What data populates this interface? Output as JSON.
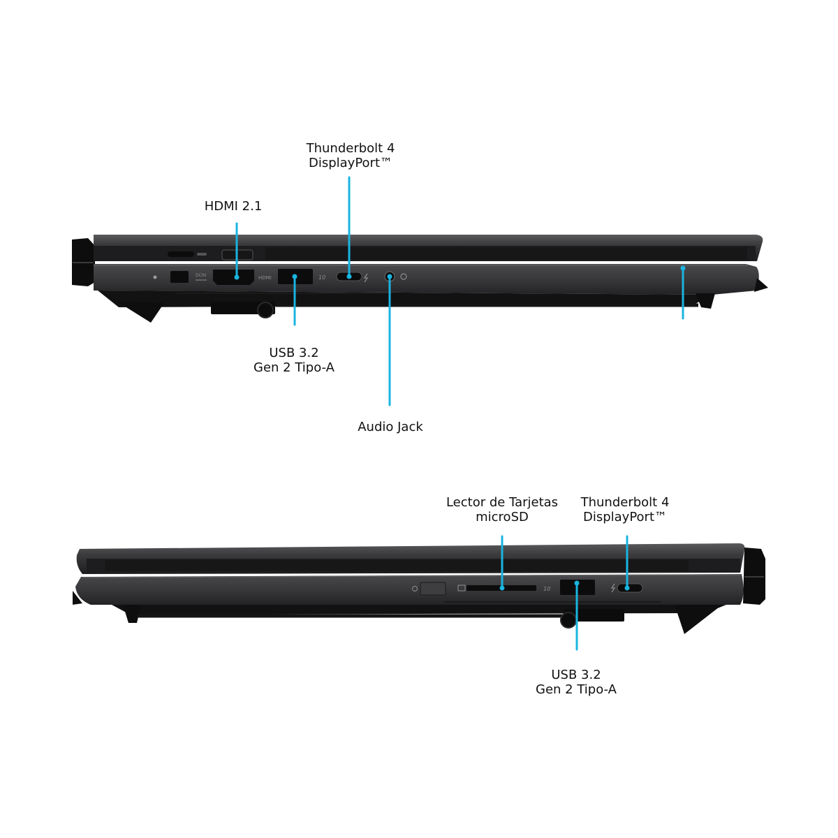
{
  "colors": {
    "background": "#ffffff",
    "leader": "#1ab4e0",
    "body_dark": "#2b2b2d",
    "body_mid": "#3a3a3c",
    "body_light": "#4a4a4d",
    "port": "#0c0c0d",
    "text": "#111111"
  },
  "left_side": {
    "callouts": [
      {
        "id": "thunderbolt",
        "lines": [
          "Thunderbolt 4",
          "DisplayPort™"
        ]
      },
      {
        "id": "hdmi",
        "lines": [
          "HDMI 2.1"
        ]
      },
      {
        "id": "usb",
        "lines": [
          "USB 3.2",
          "Gen 2 Tipo-A"
        ]
      },
      {
        "id": "audio",
        "lines": [
          "Audio Jack"
        ]
      }
    ],
    "port_markings": {
      "hdmi": "HDMI",
      "dc": "DCIN",
      "usb_speed": "10"
    }
  },
  "right_side": {
    "callouts": [
      {
        "id": "microsd",
        "lines": [
          "Lector de Tarjetas",
          "microSD"
        ]
      },
      {
        "id": "thunderbolt",
        "lines": [
          "Thunderbolt 4",
          "DisplayPort™"
        ]
      },
      {
        "id": "usb",
        "lines": [
          "USB 3.2",
          "Gen 2 Tipo-A"
        ]
      }
    ],
    "port_markings": {
      "usb_speed": "10"
    }
  }
}
